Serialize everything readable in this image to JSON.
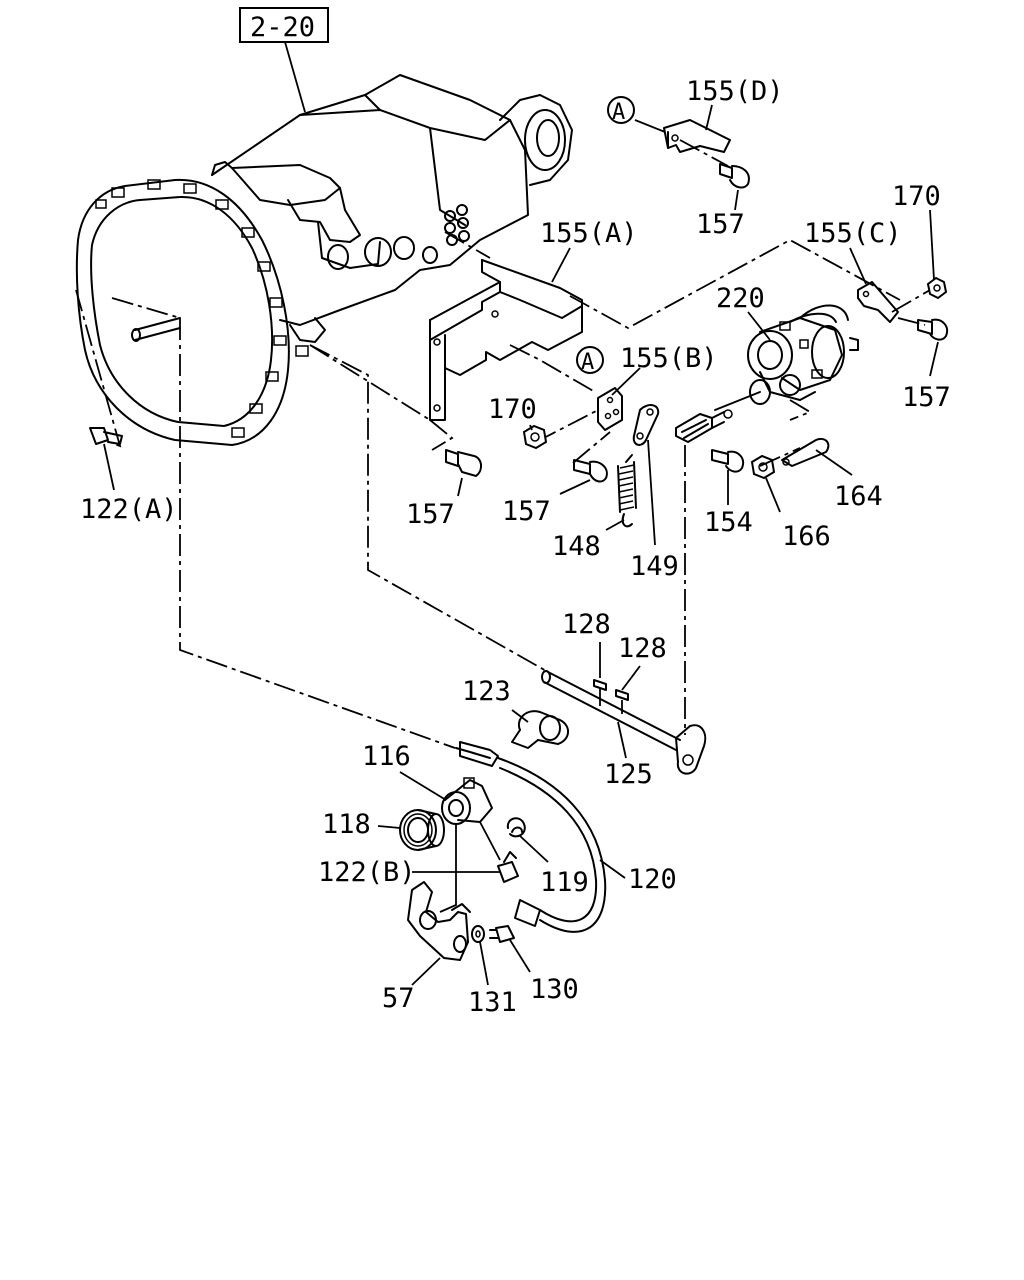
{
  "diagram": {
    "reference_box": "2-20",
    "callouts": {
      "p155d": "155(D)",
      "p155a": "155(A)",
      "p155b": "155(B)",
      "p155c": "155(C)",
      "p157_a": "157",
      "p157_b": "157",
      "p157_c": "157",
      "p157_d": "157",
      "p170_a": "170",
      "p170_b": "170",
      "p220": "220",
      "p122a": "122(A)",
      "p122b": "122(B)",
      "p148": "148",
      "p149": "149",
      "p154": "154",
      "p164": "164",
      "p166": "166",
      "p128_a": "128",
      "p128_b": "128",
      "p123": "123",
      "p125": "125",
      "p116": "116",
      "p118": "118",
      "p119": "119",
      "p120": "120",
      "p57": "57",
      "p131": "131",
      "p130": "130"
    },
    "circle_markers": {
      "marker_top": "A",
      "marker_mid": "A"
    }
  }
}
